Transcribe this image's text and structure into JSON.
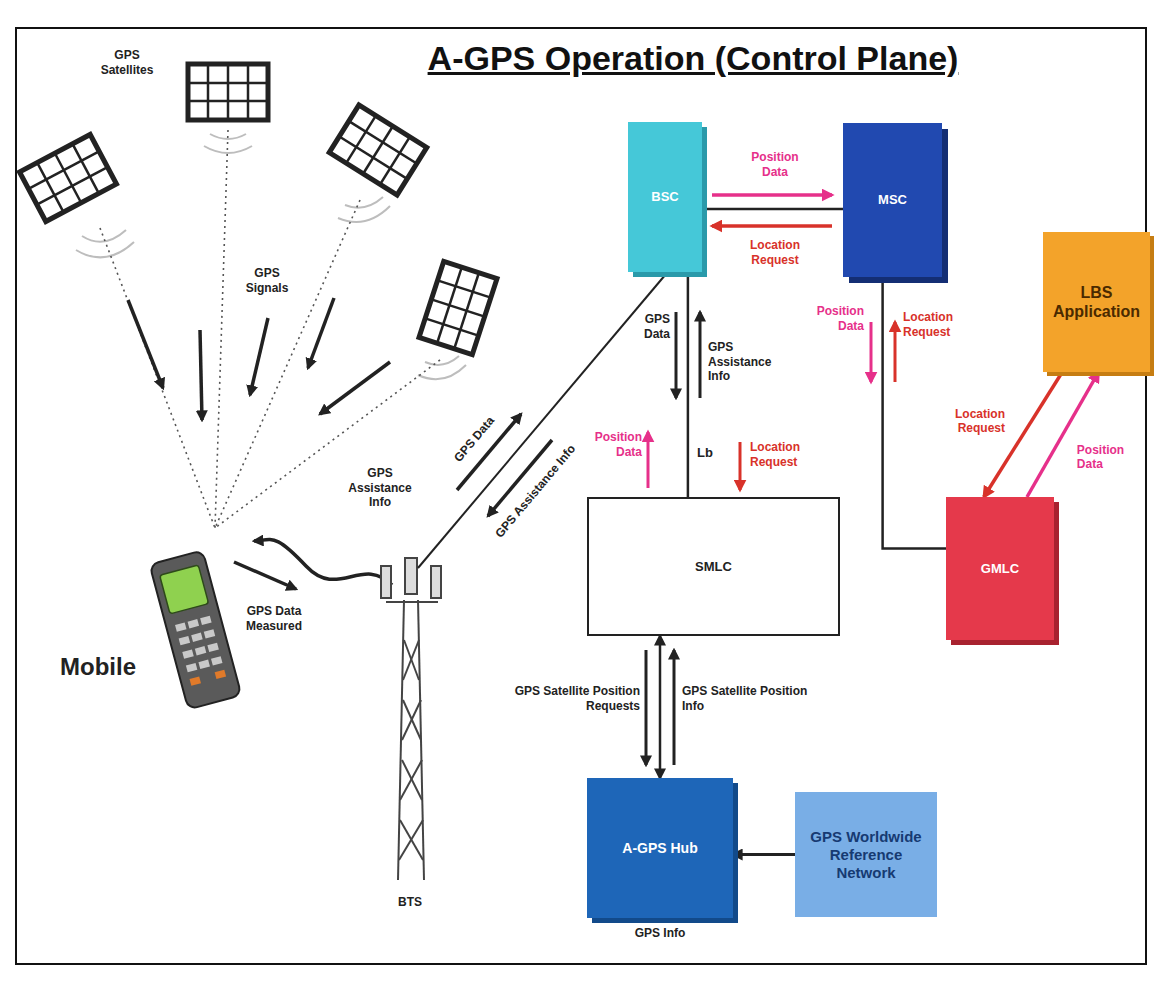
{
  "diagram": {
    "title": "A-GPS Operation (Control Plane)",
    "nodes": [
      {
        "text": [
          "BSC"
        ]
      },
      {
        "text": [
          "MSC"
        ]
      },
      {
        "text": [
          "LBS Application"
        ]
      },
      {
        "text": [
          "SMLC"
        ]
      },
      {
        "text": [
          "GMLC"
        ]
      },
      {
        "text": [
          "A-GPS Hub"
        ]
      },
      {
        "text": [
          "GPS Worldwide Reference Network"
        ]
      }
    ],
    "edges": [
      {
        "from": 0,
        "to": 1,
        "arrow": "none"
      },
      {
        "from": 1,
        "to": 4,
        "arrow": "none"
      },
      {
        "from": 0,
        "to": 3,
        "label": "Lb",
        "arrow": "none"
      },
      {
        "from": 2,
        "to": 4,
        "label": "Location Request",
        "arrow": "to"
      },
      {
        "from": 4,
        "to": 2,
        "label": "Position Data",
        "arrow": "to"
      },
      {
        "from": 3,
        "to": 5,
        "arrow": "both"
      },
      {
        "from": 6,
        "to": 5,
        "arrow": "to"
      }
    ],
    "labels": [
      "GPS Satellites",
      "GPS Signals",
      "GPS Assistance Info",
      "GPS Data Measured",
      "Mobile",
      "BTS",
      "GPS Data",
      "GPS Assistance Info",
      "Position Data",
      "Location Request",
      "GPS Data",
      "GPS Assistance Info",
      "Position Data",
      "Location Request",
      "Position Data",
      "Location Request",
      "GPS Satellite Position Requests",
      "GPS Satellite Position Info",
      "GPS Info"
    ]
  }
}
